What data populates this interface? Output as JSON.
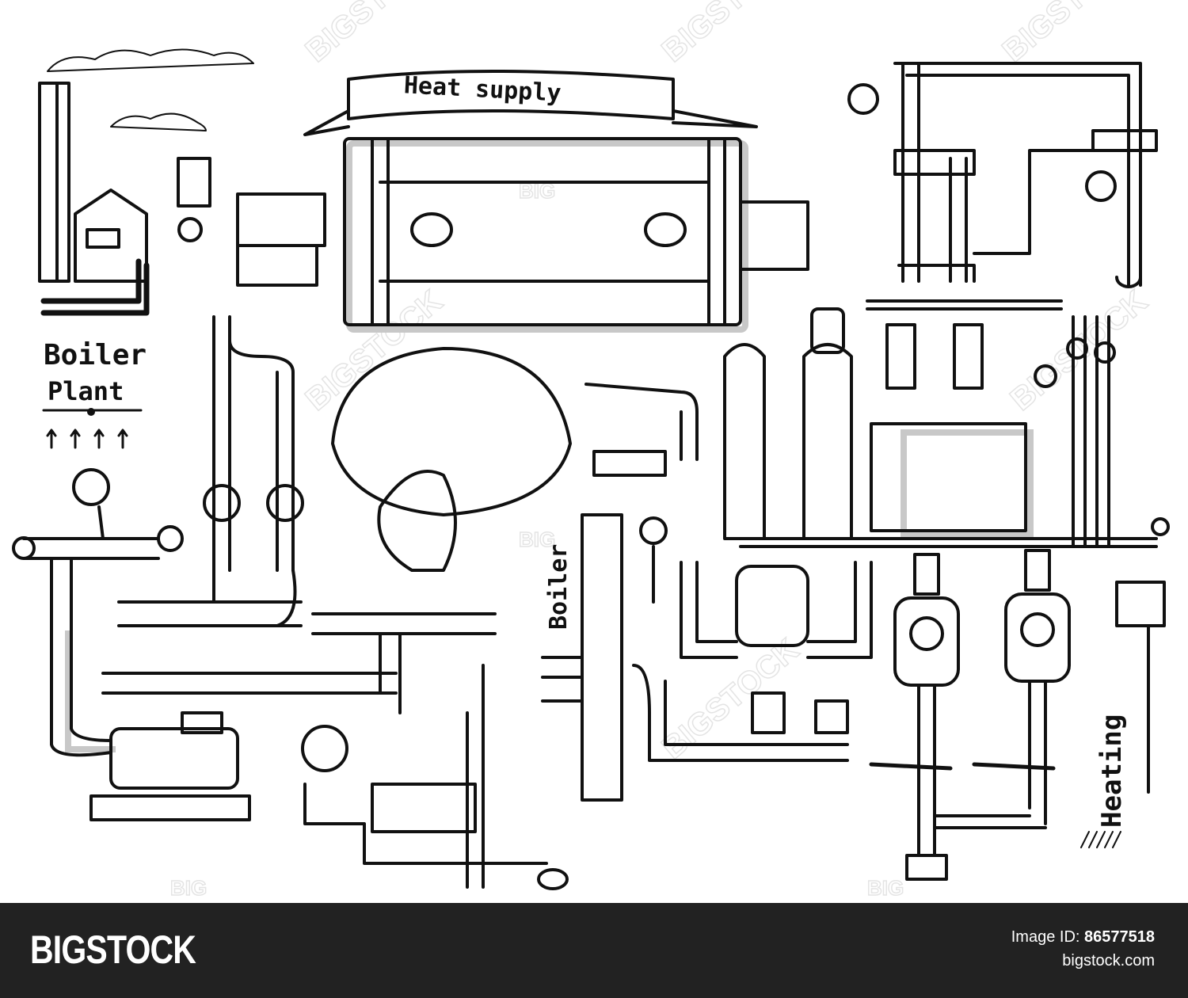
{
  "illustration": {
    "labels": {
      "heat_supply": "Heat supply",
      "boiler_plant_line1": "Boiler",
      "boiler_plant_line2": "Plant",
      "boiler_vertical": "Boiler",
      "heating_vertical": "Heating"
    },
    "watermark": {
      "text": "BIGSTOCK",
      "short": "BIG"
    },
    "line_color": "#111111",
    "shadow_color": "#c8c8c8"
  },
  "footer": {
    "brand": "BIGSTOCK",
    "image_id_label": "Image ID:",
    "image_id": "86577518",
    "site": "bigstock.com",
    "background": "#222222"
  }
}
